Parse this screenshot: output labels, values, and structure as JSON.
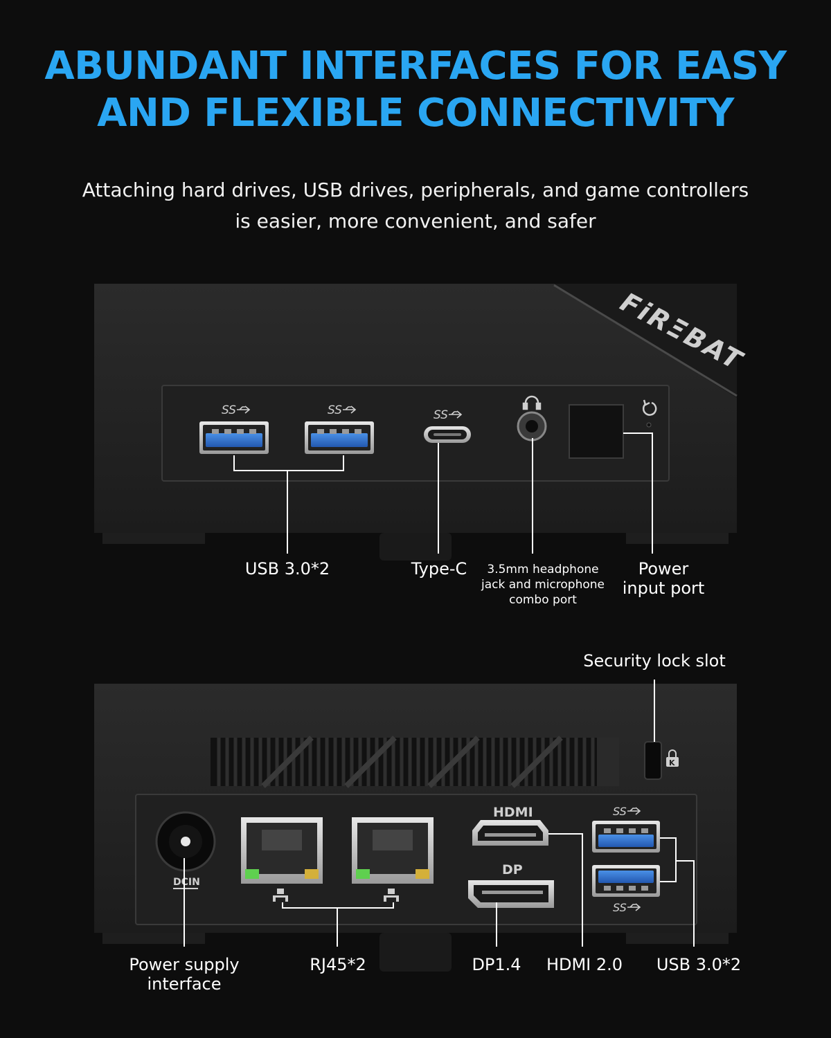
{
  "headline": {
    "line1": "ABUNDANT INTERFACES FOR EASY",
    "line2": "AND FLEXIBLE CONNECTIVITY"
  },
  "subheadline": {
    "line1": "Attaching hard drives, USB drives, peripherals, and game controllers",
    "line2": "is easier, more convenient, and safer"
  },
  "colors": {
    "accent": "#2aa6f2",
    "usb_blue": "#2f6fd0",
    "background": "#0d0d0d",
    "device_body": "#252525"
  },
  "front_panel": {
    "brand_logo": "FiRΞBAT",
    "port_marks": {
      "usb_ss": "SS",
      "typec_ss": "SS"
    },
    "labels": {
      "usb": "USB 3.0*2",
      "typec": "Type-C",
      "audio_line1": "3.5mm headphone",
      "audio_line2": "jack and microphone",
      "audio_line3": "combo port",
      "power_line1": "Power",
      "power_line2": "input port"
    },
    "icons": [
      "headphone-icon",
      "power-restart-icon",
      "usb-ss-icon"
    ]
  },
  "rear_panel": {
    "port_marks": {
      "hdmi": "HDMI",
      "dp": "DP",
      "dcin": "DCIN",
      "usb_ss": "SS"
    },
    "labels": {
      "security": "Security lock slot",
      "power_line1": "Power supply",
      "power_line2": "interface",
      "rj45": "RJ45*2",
      "dp": "DP1.4",
      "hdmi": "HDMI 2.0",
      "usb": "USB 3.0*2"
    },
    "icons": [
      "lock-icon",
      "network-icon",
      "usb-ss-icon"
    ]
  }
}
